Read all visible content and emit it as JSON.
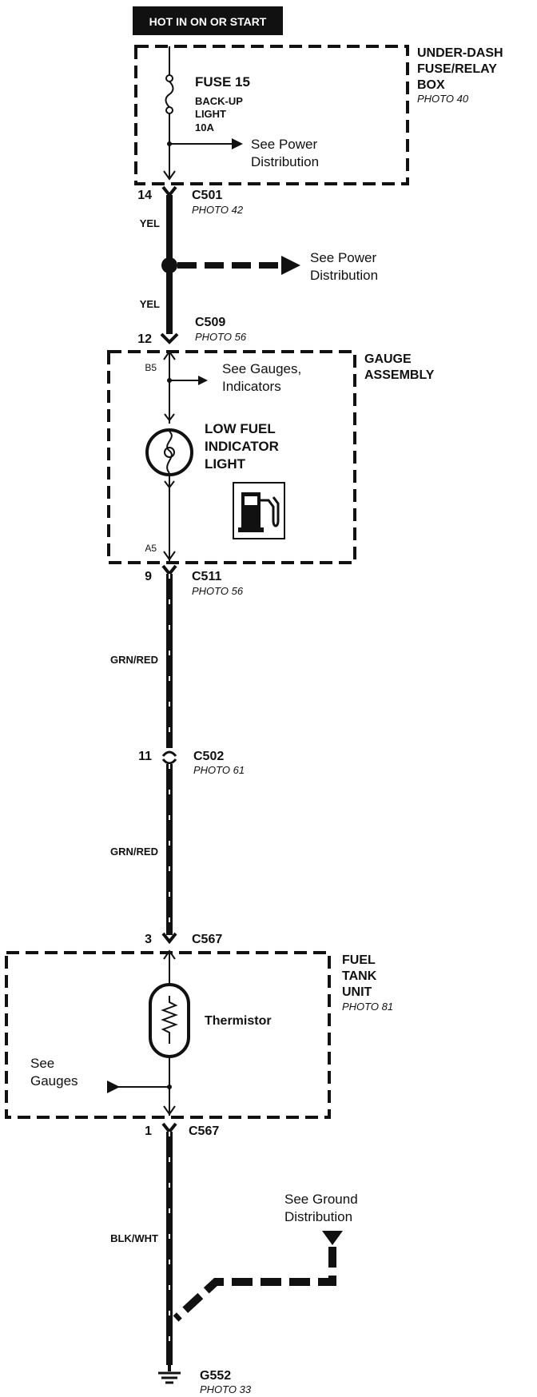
{
  "header": {
    "hot_label": "HOT IN ON OR START"
  },
  "underdash_box": {
    "title_line1": "UNDER-DASH",
    "title_line2": "FUSE/RELAY",
    "title_line3": "BOX",
    "photo": "PHOTO 40",
    "fuse_name": "FUSE 15",
    "fuse_desc1": "BACK-UP",
    "fuse_desc2": "LIGHT",
    "fuse_rating": "10A",
    "power_ref_line1": "See Power",
    "power_ref_line2": "Distribution"
  },
  "c501": {
    "pin": "14",
    "name": "C501",
    "photo": "PHOTO 42"
  },
  "wire1": {
    "color_label": "YEL"
  },
  "splice_ref": {
    "line1": "See Power",
    "line2": "Distribution"
  },
  "wire2": {
    "color_label": "YEL"
  },
  "c509": {
    "pin": "12",
    "name": "C509",
    "photo": "PHOTO 56"
  },
  "gauge_box": {
    "title_line1": "GAUGE",
    "title_line2": "ASSEMBLY",
    "pin_top": "B5",
    "pin_bottom": "A5",
    "ref_line1": "See Gauges,",
    "ref_line2": "Indicators",
    "light_line1": "LOW FUEL",
    "light_line2": "INDICATOR",
    "light_line3": "LIGHT"
  },
  "c511": {
    "pin": "9",
    "name": "C511",
    "photo": "PHOTO 56"
  },
  "wire3": {
    "color_label": "GRN/RED"
  },
  "c502": {
    "pin": "11",
    "name": "C502",
    "photo": "PHOTO 61"
  },
  "wire4": {
    "color_label": "GRN/RED"
  },
  "c567_top": {
    "pin": "3",
    "name": "C567"
  },
  "fuel_tank_box": {
    "title_line1": "FUEL",
    "title_line2": "TANK",
    "title_line3": "UNIT",
    "photo": "PHOTO 81",
    "thermistor_label": "Thermistor",
    "gauges_ref_line1": "See",
    "gauges_ref_line2": "Gauges"
  },
  "c567_bottom": {
    "pin": "1",
    "name": "C567"
  },
  "wire5": {
    "color_label": "BLK/WHT"
  },
  "ground_ref": {
    "line1": "See Ground",
    "line2": "Distribution"
  },
  "g552": {
    "name": "G552",
    "photo": "PHOTO 33"
  },
  "colors": {
    "ink": "#111111",
    "paper": "#ffffff"
  }
}
